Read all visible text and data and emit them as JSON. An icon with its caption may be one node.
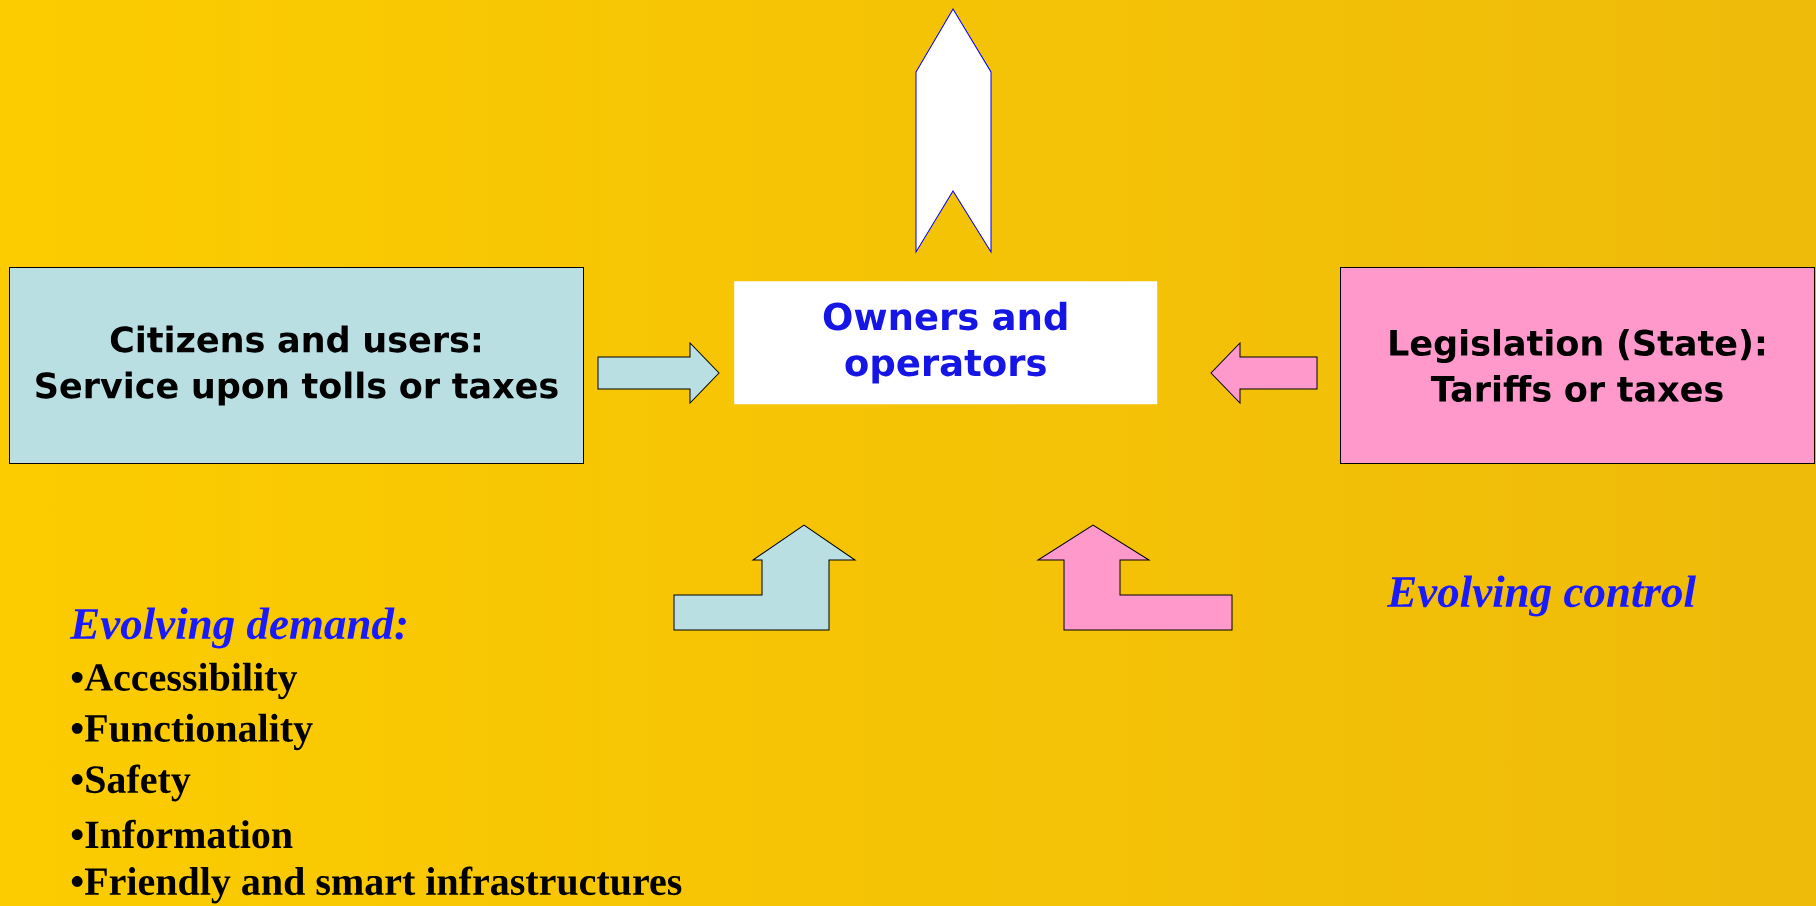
{
  "diagram": {
    "nodes": [
      {
        "text": [
          "Citizens and users:",
          "Service upon tolls or taxes"
        ]
      },
      {
        "text": [
          "Owners and operators"
        ]
      },
      {
        "text": [
          "Legislation (State):",
          "Tariffs or taxes"
        ]
      },
      {
        "text": [
          "Evolving demand:"
        ]
      },
      {
        "text": [
          "Evolving control"
        ]
      }
    ],
    "edges": [
      {
        "from": 0,
        "to": 1,
        "arrow": "to",
        "color": "#b9dfe3"
      },
      {
        "from": 2,
        "to": 1,
        "arrow": "to",
        "color": "#ff99cc"
      },
      {
        "from": 1,
        "to": null,
        "arrow": "to",
        "color": "#ffffff"
      }
    ],
    "labels": [
      "•Accessibility",
      "•Functionality",
      "•Safety",
      "•Information",
      "•Friendly and smart infrastructures"
    ]
  }
}
